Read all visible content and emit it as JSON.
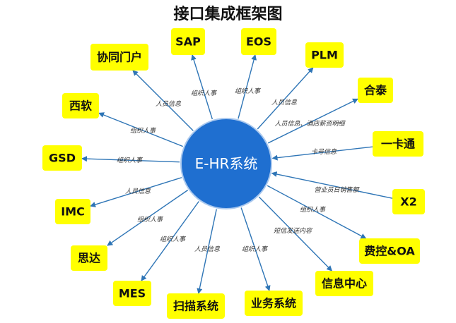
{
  "title": "接口集成框架图",
  "hub": {
    "label": "E-HR系统"
  },
  "colors": {
    "node_fill": "#ffff00",
    "hub_fill": "#1f6fd0",
    "arrow": "#2e75b6"
  },
  "nodes": [
    {
      "id": "sap",
      "label": "SAP",
      "edge_label": "组织人事",
      "direction": "to-node"
    },
    {
      "id": "eos",
      "label": "EOS",
      "edge_label": "组织人事",
      "direction": "to-node"
    },
    {
      "id": "plm",
      "label": "PLM",
      "edge_label": "人员信息",
      "direction": "to-node"
    },
    {
      "id": "hetai",
      "label": "合泰",
      "edge_label": "人员信息、酒店薪资明细",
      "direction": "to-node"
    },
    {
      "id": "yikatong",
      "label": "一卡通",
      "edge_label": "卡号信息",
      "direction": "to-hub"
    },
    {
      "id": "x2",
      "label": "X2",
      "edge_label": "营业员日销售额",
      "direction": "to-hub"
    },
    {
      "id": "feikong",
      "label": "费控&OA",
      "edge_label": "组织人事",
      "direction": "to-node"
    },
    {
      "id": "xinxi",
      "label": "信息中心",
      "edge_label": "短信发送内容",
      "direction": "to-node"
    },
    {
      "id": "yewu",
      "label": "业务系统",
      "edge_label": "组织人事",
      "direction": "to-node"
    },
    {
      "id": "saomiao",
      "label": "扫描系统",
      "edge_label": "人员信息",
      "direction": "to-node"
    },
    {
      "id": "mes",
      "label": "MES",
      "edge_label": "组织人事",
      "direction": "to-node"
    },
    {
      "id": "sida",
      "label": "思达",
      "edge_label": "组织人事",
      "direction": "to-node"
    },
    {
      "id": "imc",
      "label": "IMC",
      "edge_label": "人员信息",
      "direction": "to-node"
    },
    {
      "id": "gsd",
      "label": "GSD",
      "edge_label": "组织人事",
      "direction": "to-node"
    },
    {
      "id": "xiruan",
      "label": "西软",
      "edge_label": "组织人事",
      "direction": "to-node"
    },
    {
      "id": "xietong",
      "label": "协同门户",
      "edge_label": "人员信息",
      "direction": "to-node"
    }
  ]
}
